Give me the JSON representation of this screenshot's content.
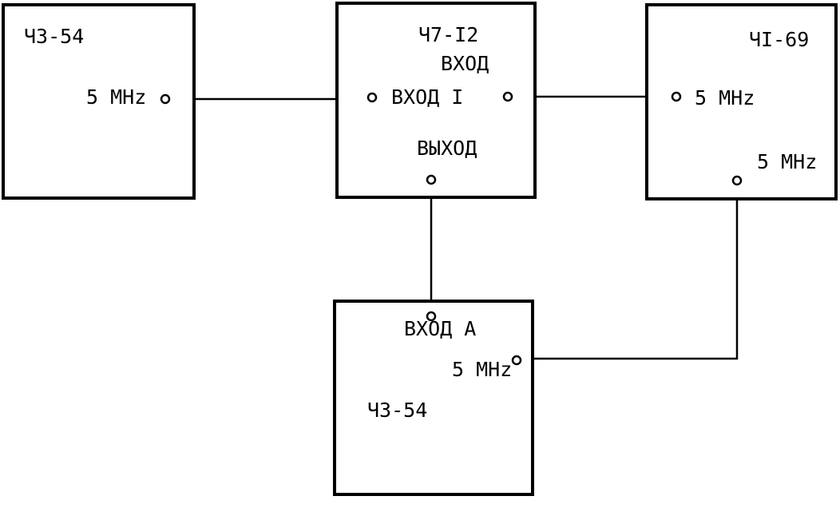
{
  "blocks": {
    "gen_left": {
      "name": "Ч3-54",
      "port_5mhz": "5 MHz"
    },
    "meter_center": {
      "name": "Ч7-I2",
      "input_header": "ВХОД",
      "input_1": "ВХОД I",
      "output": "ВЫХОД"
    },
    "meter_right": {
      "name": "ЧI-69",
      "port_in_5mhz": "5 MHz",
      "port_out_5mhz": "5 MHz"
    },
    "counter_bottom": {
      "name": "Ч3-54",
      "input_a": "ВХОД А",
      "port_5mhz": "5 MHz"
    }
  },
  "colors": {
    "line": "#000000",
    "background": "#ffffff"
  }
}
